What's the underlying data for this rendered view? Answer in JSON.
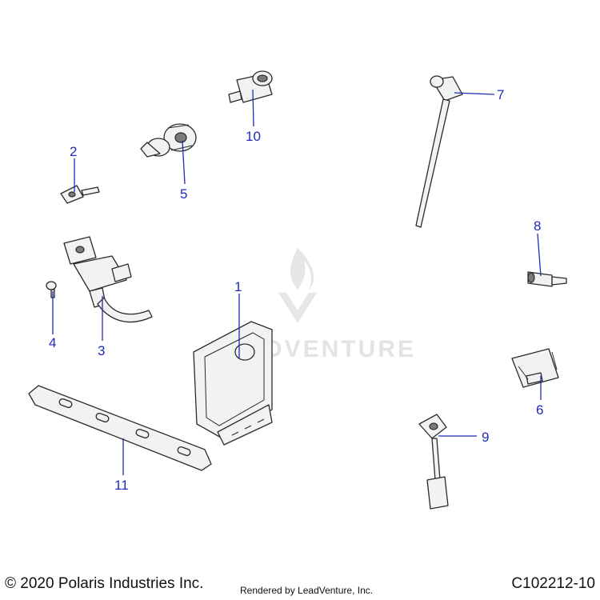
{
  "watermark": {
    "text": "LEADVENTURE"
  },
  "callouts": [
    {
      "id": "1",
      "label": "1"
    },
    {
      "id": "2",
      "label": "2"
    },
    {
      "id": "3",
      "label": "3"
    },
    {
      "id": "4",
      "label": "4"
    },
    {
      "id": "5",
      "label": "5"
    },
    {
      "id": "6",
      "label": "6"
    },
    {
      "id": "7",
      "label": "7"
    },
    {
      "id": "8",
      "label": "8"
    },
    {
      "id": "9",
      "label": "9"
    },
    {
      "id": "10",
      "label": "10"
    },
    {
      "id": "11",
      "label": "11"
    }
  ],
  "footer": {
    "copyright": "© 2020 Polaris Industries Inc.",
    "rendered_by": "Rendered by LeadVenture, Inc.",
    "diagram_code": "C102212-10"
  },
  "colors": {
    "callout": "#1f2bb8",
    "line_art": "#2a2a2a",
    "watermark": "#e3e3e3"
  }
}
